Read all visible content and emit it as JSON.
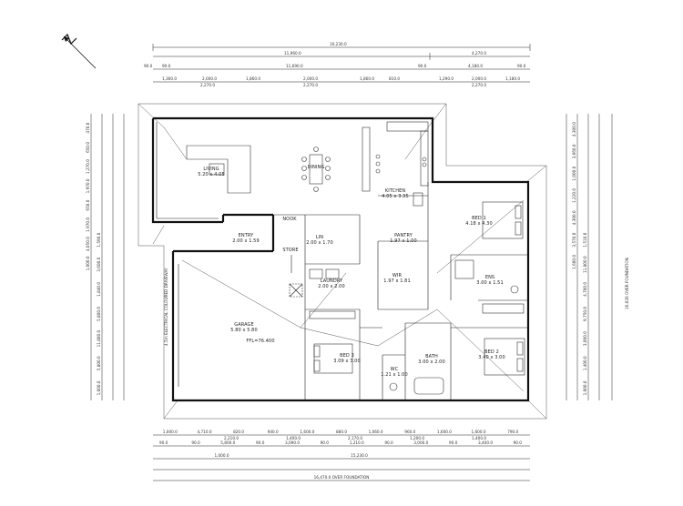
{
  "plan": {
    "rooms": {
      "living": {
        "name": "LIVING",
        "size": "5.20 x 4.05"
      },
      "dining": {
        "name": "DINING",
        "size": ""
      },
      "kitchen": {
        "name": "KITCHEN",
        "size": "4.05 x 3.35"
      },
      "bed1": {
        "name": "BED 1",
        "size": "4.18 x 4.30"
      },
      "nook": {
        "name": "NOOK",
        "size": ""
      },
      "lin": {
        "name": "LIN",
        "size": "2.00 x 1.70"
      },
      "entry": {
        "name": "ENTRY",
        "size": "2.00 x 1.59"
      },
      "store": {
        "name": "STORE",
        "size": ""
      },
      "pantry": {
        "name": "PANTRY",
        "size": "1.97 x 1.00"
      },
      "wir": {
        "name": "WIR",
        "size": "1.97 x 1.81"
      },
      "ens": {
        "name": "ENS",
        "size": "3.00 x 1.51"
      },
      "laundry": {
        "name": "LAUNDRY",
        "size": "2.00 x 2.00"
      },
      "garage": {
        "name": "GARAGE",
        "size": "5.80 x 5.80"
      },
      "bed3": {
        "name": "BED 3",
        "size": "3.09 x 3.00"
      },
      "bath": {
        "name": "BATH",
        "size": "3.00 x 2.00"
      },
      "wc": {
        "name": "WC",
        "size": "1.21 x 1.00"
      },
      "bed2": {
        "name": "BED 2",
        "size": "3.40 x 3.00"
      }
    },
    "notes": {
      "garage_side": "4.5m ELECTRICAL COLOURED DRIVEWAY",
      "ffl": "FFL=76.400",
      "right_dim": "16,020 OVER FOUNDATION"
    },
    "top_dims": {
      "overall": "16,230.0",
      "row2": [
        "11,960.0",
        "4,270.0"
      ],
      "row3": [
        "90.0",
        "90.0",
        "11,690.0",
        "90.0",
        "4,180.0",
        "90.0"
      ],
      "row4": [
        "1,360.0",
        "2,000.0",
        "1,860.0",
        "2,000.0",
        "1,860.0",
        "810.0",
        "1,290.0",
        "2,000.0",
        "1,180.0"
      ],
      "row4b": [
        "2,270.0",
        "2,270.0",
        "2,270.0"
      ]
    },
    "bottom_dims": {
      "row1": [
        "1,000.0",
        "4,710.0",
        "820.0",
        "940.0",
        "1,600.0",
        "880.0",
        "1,060.0",
        "960.0",
        "1,600.0",
        "1,600.0",
        "790.0"
      ],
      "row1b": [
        "2,210.0",
        "1,400.0",
        "2,170.0",
        "1,200.0",
        "1,400.0"
      ],
      "row2": [
        "90.0",
        "90.0",
        "5,800.0",
        "90.0",
        "3,090.0",
        "90.0",
        "1,210.0",
        "90.0",
        "3,000.0",
        "90.0",
        "3,400.0",
        "90.0"
      ],
      "row3": [
        "1,000.0",
        "15,230.0"
      ],
      "row4": "16,470.0 OVER FOUNDATION"
    },
    "left_dims": [
      "470.0",
      "650.0",
      "1,270.0",
      "1,970.0",
      "650.0",
      "1,970.0",
      "4,050.0",
      "1,000.0",
      "1,590.0",
      "3,600.0",
      "1,840.0",
      "5,800.0",
      "11,800.0",
      "5,800.0",
      "1,000.0"
    ],
    "right_dims": [
      "4,300.0",
      "3,660.0",
      "1,000.0",
      "1,220.0",
      "4,300.0",
      "3,570.0",
      "1,600.0",
      "1,510.0",
      "11,800.0",
      "4,700.0",
      "9,750.0",
      "3,000.0",
      "1,400.0",
      "1,000.0"
    ]
  }
}
